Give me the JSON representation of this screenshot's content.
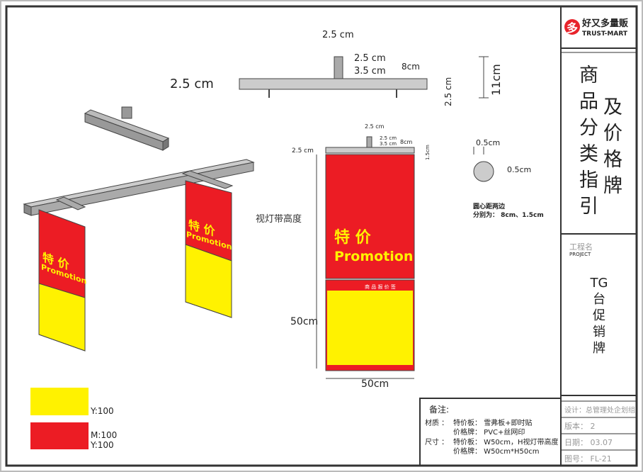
{
  "logo": {
    "mark": "多",
    "cn": "好又多量贩",
    "en": "TRUST-MART"
  },
  "title": {
    "col1": [
      "商",
      "品",
      "分",
      "类",
      "指",
      "引"
    ],
    "col2": [
      "及",
      "价",
      "格",
      "牌"
    ]
  },
  "project": {
    "label_cn": "工程名",
    "label_en": "PROJECT",
    "name": [
      "TG",
      "台",
      "促",
      "销",
      "牌"
    ]
  },
  "info": {
    "design": "设计：总管理处企划组",
    "version": "版本： 2",
    "date": "日期： 03.07",
    "drawing_no": "图号： FL-21"
  },
  "notes": {
    "heading": "备注:",
    "material_label": "材质 ：",
    "material_1": "特价板：  雪弗板+即时贴",
    "material_2": "价格牌：  PVC+丝网印",
    "size_label": "尺寸 ：",
    "size_1": "特价板：  W50cm，H视灯带高度",
    "size_2": "价格牌：  W50cm*H50cm"
  },
  "top_view": {
    "d1": "2.5 cm",
    "d2": "2.5 cm",
    "d3": "3.5 cm",
    "d4": "8cm",
    "d5": "2.5 cm",
    "d6": "2.5 cm",
    "d7": "11cm"
  },
  "front_view": {
    "d1": "2.5 cm",
    "d2": "2.5 cm",
    "d3": "3.5 cm",
    "d4": "8cm",
    "d5": "2.5 cm",
    "d6": "1.5cm",
    "height_label": "视灯带高度",
    "price_height": "50cm",
    "width": "50cm"
  },
  "hole": {
    "d1": "0.5cm",
    "d2": "0.5cm",
    "note1": "圆心距两边",
    "note2": "分别为： 8cm、1.5cm"
  },
  "sign": {
    "special": "特  价",
    "promotion": "Promotion",
    "card_title": "商 品 报 价 签"
  },
  "swatches": {
    "yellow": "Y:100",
    "red_m": "M:100",
    "red_y": "Y:100"
  },
  "colors": {
    "red": "#ec1c24",
    "yellow": "#fff200"
  }
}
